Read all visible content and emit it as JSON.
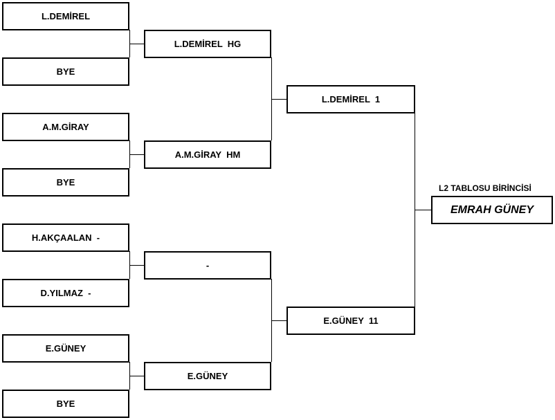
{
  "round1": [
    {
      "name": "L.DEMİREL"
    },
    {
      "name": "BYE"
    },
    {
      "name": "A.M.GİRAY"
    },
    {
      "name": "BYE"
    },
    {
      "name": "H.AKÇAALAN  -"
    },
    {
      "name": "D.YILMAZ  -"
    },
    {
      "name": "E.GÜNEY"
    },
    {
      "name": "BYE"
    }
  ],
  "round2": [
    {
      "name": "L.DEMİREL  HG"
    },
    {
      "name": "A.M.GİRAY  HM"
    },
    {
      "name": "-"
    },
    {
      "name": "E.GÜNEY"
    }
  ],
  "round3": [
    {
      "name": "L.DEMİREL  1"
    },
    {
      "name": "E.GÜNEY  11"
    }
  ],
  "final": {
    "label": "L2 TABLOSU BİRİNCİSİ",
    "winner": "EMRAH GÜNEY"
  }
}
